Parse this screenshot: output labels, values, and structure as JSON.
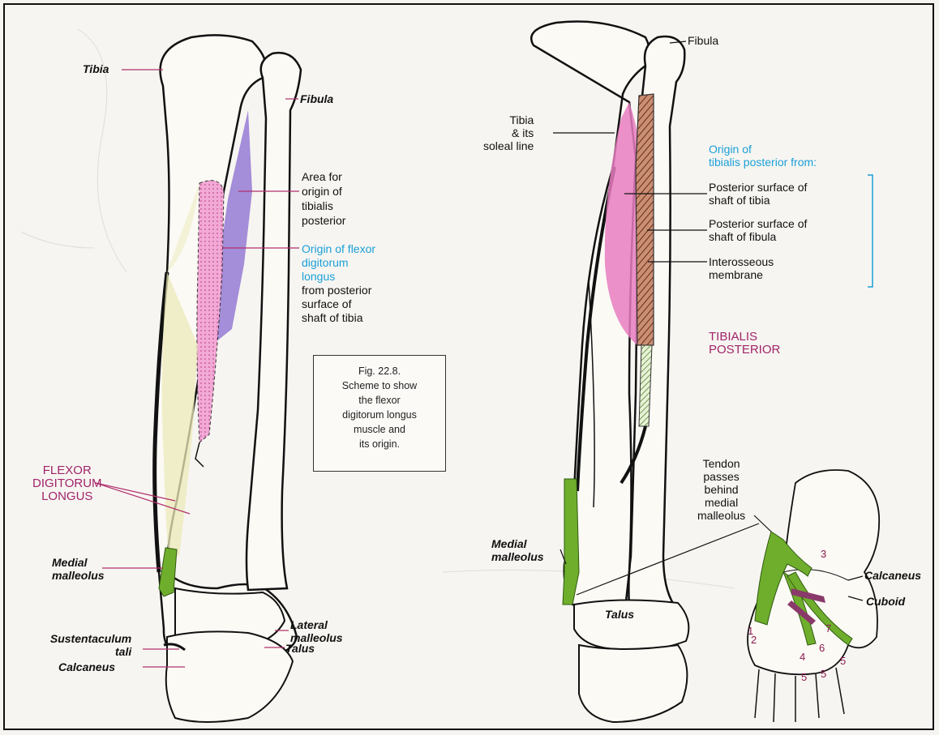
{
  "left_panel": {
    "tibia": "Tibia",
    "fibula": "Fibula",
    "area_origin": [
      "Area for",
      "origin of",
      "tibialis",
      "posterior"
    ],
    "fdl_origin_blue": [
      "Origin of flexor",
      "digitorum",
      "longus"
    ],
    "fdl_origin_black": [
      "from posterior",
      "surface of",
      "shaft of tibia"
    ],
    "muscle_name": [
      "FLEXOR",
      "DIGITORUM",
      "LONGUS"
    ],
    "medial_malleolus": [
      "Medial",
      "malleolus"
    ],
    "lateral_malleolus": [
      "Lateral",
      "malleolus"
    ],
    "talus": "Talus",
    "sustentaculum": [
      "Sustentaculum",
      "tali"
    ],
    "calcaneus": "Calcaneus"
  },
  "figure_caption": {
    "lines": [
      "Fig. 22.8.",
      "Scheme to show",
      "the flexor",
      "digitorum longus",
      "muscle and",
      "its origin."
    ]
  },
  "right_panel": {
    "fibula": "Fibula",
    "tibia_soleal": [
      "Tibia",
      "& its",
      "soleal line"
    ],
    "origin_tp": [
      "Origin of",
      "tibialis posterior from:"
    ],
    "post_tibia": [
      "Posterior surface of",
      "shaft of tibia"
    ],
    "post_fibula": [
      "Posterior surface of",
      "shaft of fibula"
    ],
    "interosseous": [
      "Interosseous",
      "membrane"
    ],
    "muscle_name": [
      "TIBIALIS",
      "POSTERIOR"
    ],
    "tendon_passes": [
      "Tendon",
      "passes",
      "behind",
      "medial",
      "malleolus"
    ],
    "medial_malleolus": [
      "Medial",
      "malleolus"
    ],
    "talus": "Talus",
    "calcaneus": "Calcaneus",
    "cuboid": "Cuboid",
    "insertion_numbers": [
      "1",
      "2",
      "3",
      "4",
      "5",
      "5",
      "5",
      "6",
      "7"
    ]
  },
  "colors": {
    "tendon_green": "#6fae2c",
    "origin_pink": "#e77cc0",
    "origin_violet": "#9a82d6",
    "fibula_hatch": "#a0503a",
    "label_blue": "#1aa0d8",
    "label_magenta": "#a0246a"
  }
}
